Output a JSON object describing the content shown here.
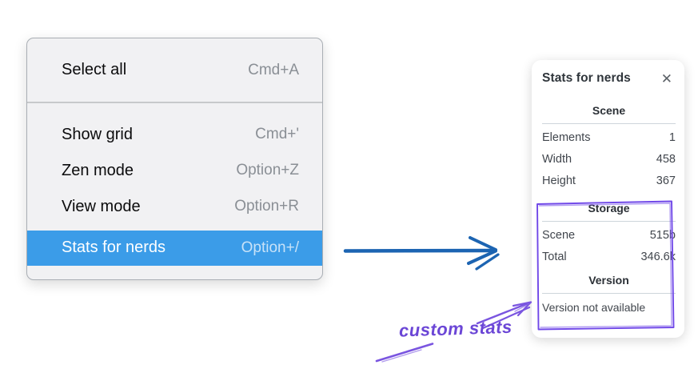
{
  "menu": {
    "items": [
      {
        "label": "Select all",
        "shortcut": "Cmd+A"
      },
      {
        "label": "Show grid",
        "shortcut": "Cmd+'"
      },
      {
        "label": "Zen mode",
        "shortcut": "Option+Z"
      },
      {
        "label": "View mode",
        "shortcut": "Option+R"
      },
      {
        "label": "Stats for nerds",
        "shortcut": "Option+/",
        "highlighted": true
      }
    ]
  },
  "stats_panel": {
    "title": "Stats for nerds",
    "close_icon": "✕",
    "sections": [
      {
        "heading": "Scene",
        "rows": [
          {
            "label": "Elements",
            "value": "1"
          },
          {
            "label": "Width",
            "value": "458"
          },
          {
            "label": "Height",
            "value": "367"
          }
        ]
      },
      {
        "heading": "Storage",
        "rows": [
          {
            "label": "Scene",
            "value": "515b"
          },
          {
            "label": "Total",
            "value": "346.6k"
          }
        ]
      },
      {
        "heading": "Version",
        "note": "Version not available"
      }
    ]
  },
  "annotation": {
    "label": "custom stats"
  },
  "colors": {
    "menu_highlight": "#3b9ce8",
    "arrow_blue": "#1c64b2",
    "annotation_purple": "#7048e8",
    "annotation_text_purple": "#6b46d6"
  }
}
